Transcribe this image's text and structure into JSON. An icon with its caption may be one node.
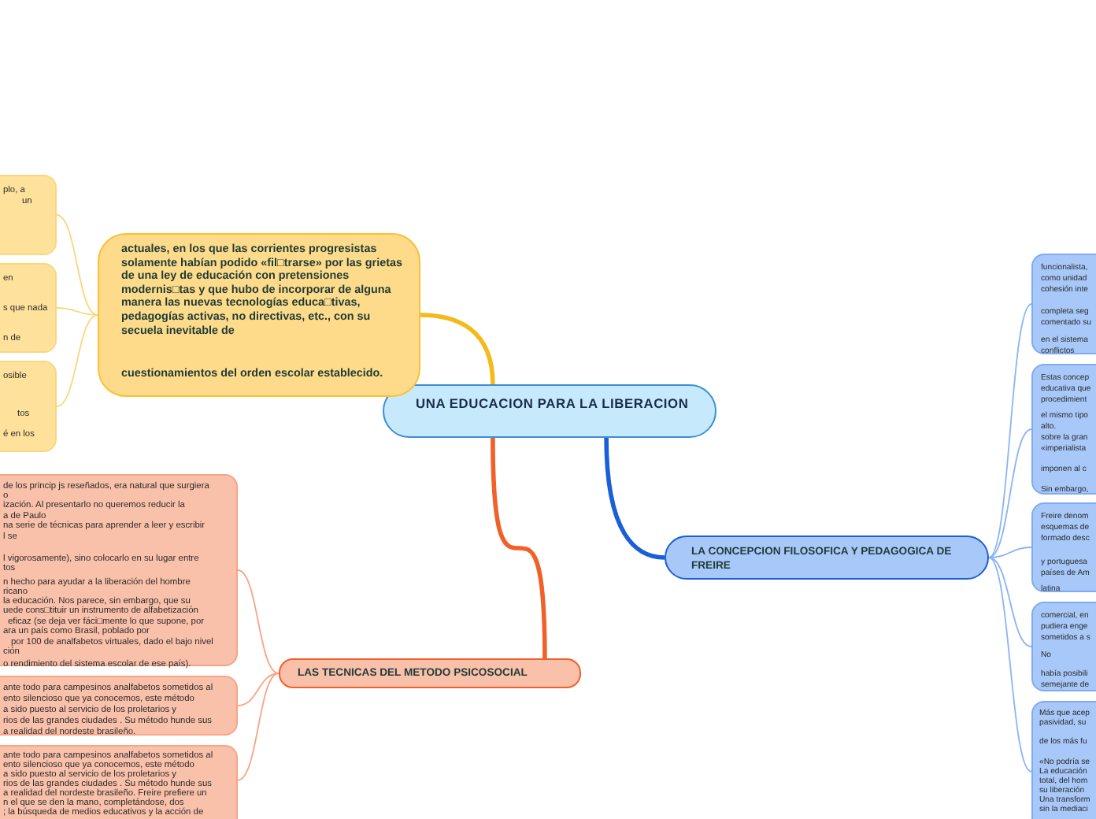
{
  "diagram": {
    "nodes": [
      {
        "text": [
          "UNA EDUCACION PARA LA LIBERACION"
        ]
      },
      {
        "text": [
          "actuales, en los que las corrientes progresistas solamente habían podido «fil□trarse» por las grietas de una ley de educación con pretensiones modernis□tas y que hubo de incorporar de alguna manera las nuevas tecnologías educa□tivas, pedagogías activas, no directivas, etc., con su secuela inevitable de",
          "cuestionamientos del orden escolar establecido."
        ]
      },
      {
        "text": [
          "plo, a",
          "un"
        ]
      },
      {
        "text": [
          "en",
          "s que nada",
          "n de"
        ]
      },
      {
        "text": [
          "osible",
          "tos",
          "é en los"
        ]
      },
      {
        "text": [
          "LAS TECNICAS DEL METODO PSICOSOCIAL"
        ]
      },
      {
        "text": [
          "de los princip js reseñados, era natural que surgiera",
          "o",
          "ización. Al presentarlo no queremos reducir la",
          "a de Paulo",
          "na serie de técnicas para aprender a leer y escribir",
          "l se",
          "l vigorosamente), sino colocarlo en su lugar entre",
          "tos",
          "n hecho para ayudar a la liberación del hombre",
          "ricano",
          "la educación. Nos parece, sin embargo, que su",
          "uede cons□tituir un instrumento de alfabetización",
          "eficaz (se deja ver fáci□mente lo que supone, por",
          "ara un país como Brasil, poblado por",
          "por 100 de analfabetos virtuales, dado el bajo nivel",
          "ción",
          "o rendimiento del sistema escolar de ese país)."
        ]
      },
      {
        "text": [
          "ante todo para campesinos analfabetos sometidos al",
          "ento silencioso que ya conocemos, este método",
          "a sido puesto al servicio de los proletarios y",
          "rios de las grandes ciudades . Su método hunde sus",
          "a realidad del nordeste brasileño."
        ]
      },
      {
        "text": [
          "ante todo para campesinos analfabetos sometidos al",
          "ento silencioso que ya conocemos, este método",
          "a sido puesto al servicio de los proletarios y",
          "rios de las grandes ciudades . Su método hunde sus",
          "a realidad del nordeste brasileño. Freire prefiere un",
          "n el que se den la mano, completándose, dos",
          "; la búsqueda de medios educativos y la acción de"
        ]
      },
      {
        "text": [
          "LA CONCEPCION FILOSOFICA Y PEDAGOGICA DE FREIRE"
        ]
      },
      {
        "text": [
          "funcionalista,",
          "como unidad",
          "cohesión inte",
          "completa seg",
          "comentado su",
          "en el sistema",
          "conflictos"
        ]
      },
      {
        "text": [
          "Estas concep",
          "educativa que",
          "procedimient",
          "el mismo tipo",
          "alto.",
          "sobre la gran",
          "«imperialista",
          "imponen al c",
          "Sin embargo,"
        ]
      },
      {
        "text": [
          "Freire denom",
          "esquemas de",
          "formado desc",
          "y portuguesa",
          "países de Am",
          "latina"
        ]
      },
      {
        "text": [
          "comercial, en",
          "pudiera enge",
          "sometidos a s",
          "No",
          "había posibili",
          "semejante de"
        ]
      },
      {
        "text": [
          "Más que acep",
          "pasividad, su",
          "de los más fu",
          "«No podría se",
          "La educación",
          "total, del hom",
          "su liberación",
          "Una transform",
          "sin la mediaci"
        ]
      }
    ],
    "edges": [
      {
        "from": 0,
        "to": 1,
        "arrow": "none",
        "style": "thick",
        "color": "#f6b91a"
      },
      {
        "from": 1,
        "to": 2,
        "arrow": "none",
        "color": "#fcd67e"
      },
      {
        "from": 1,
        "to": 3,
        "arrow": "none",
        "color": "#fcd67e"
      },
      {
        "from": 1,
        "to": 4,
        "arrow": "none",
        "color": "#fcd67e"
      },
      {
        "from": 0,
        "to": 5,
        "arrow": "none",
        "style": "thick",
        "color": "#f2602a"
      },
      {
        "from": 5,
        "to": 6,
        "arrow": "none",
        "color": "#f7a487"
      },
      {
        "from": 5,
        "to": 7,
        "arrow": "none",
        "color": "#f7a487"
      },
      {
        "from": 5,
        "to": 8,
        "arrow": "none",
        "color": "#f7a487"
      },
      {
        "from": 0,
        "to": 9,
        "arrow": "none",
        "style": "thick",
        "color": "#1a5fd8"
      },
      {
        "from": 9,
        "to": 10,
        "arrow": "none"
      },
      {
        "from": 9,
        "to": 11,
        "arrow": "none"
      },
      {
        "from": 9,
        "to": 12,
        "arrow": "none"
      },
      {
        "from": 9,
        "to": 13,
        "arrow": "none"
      },
      {
        "from": 9,
        "to": 14,
        "arrow": "none"
      }
    ]
  }
}
